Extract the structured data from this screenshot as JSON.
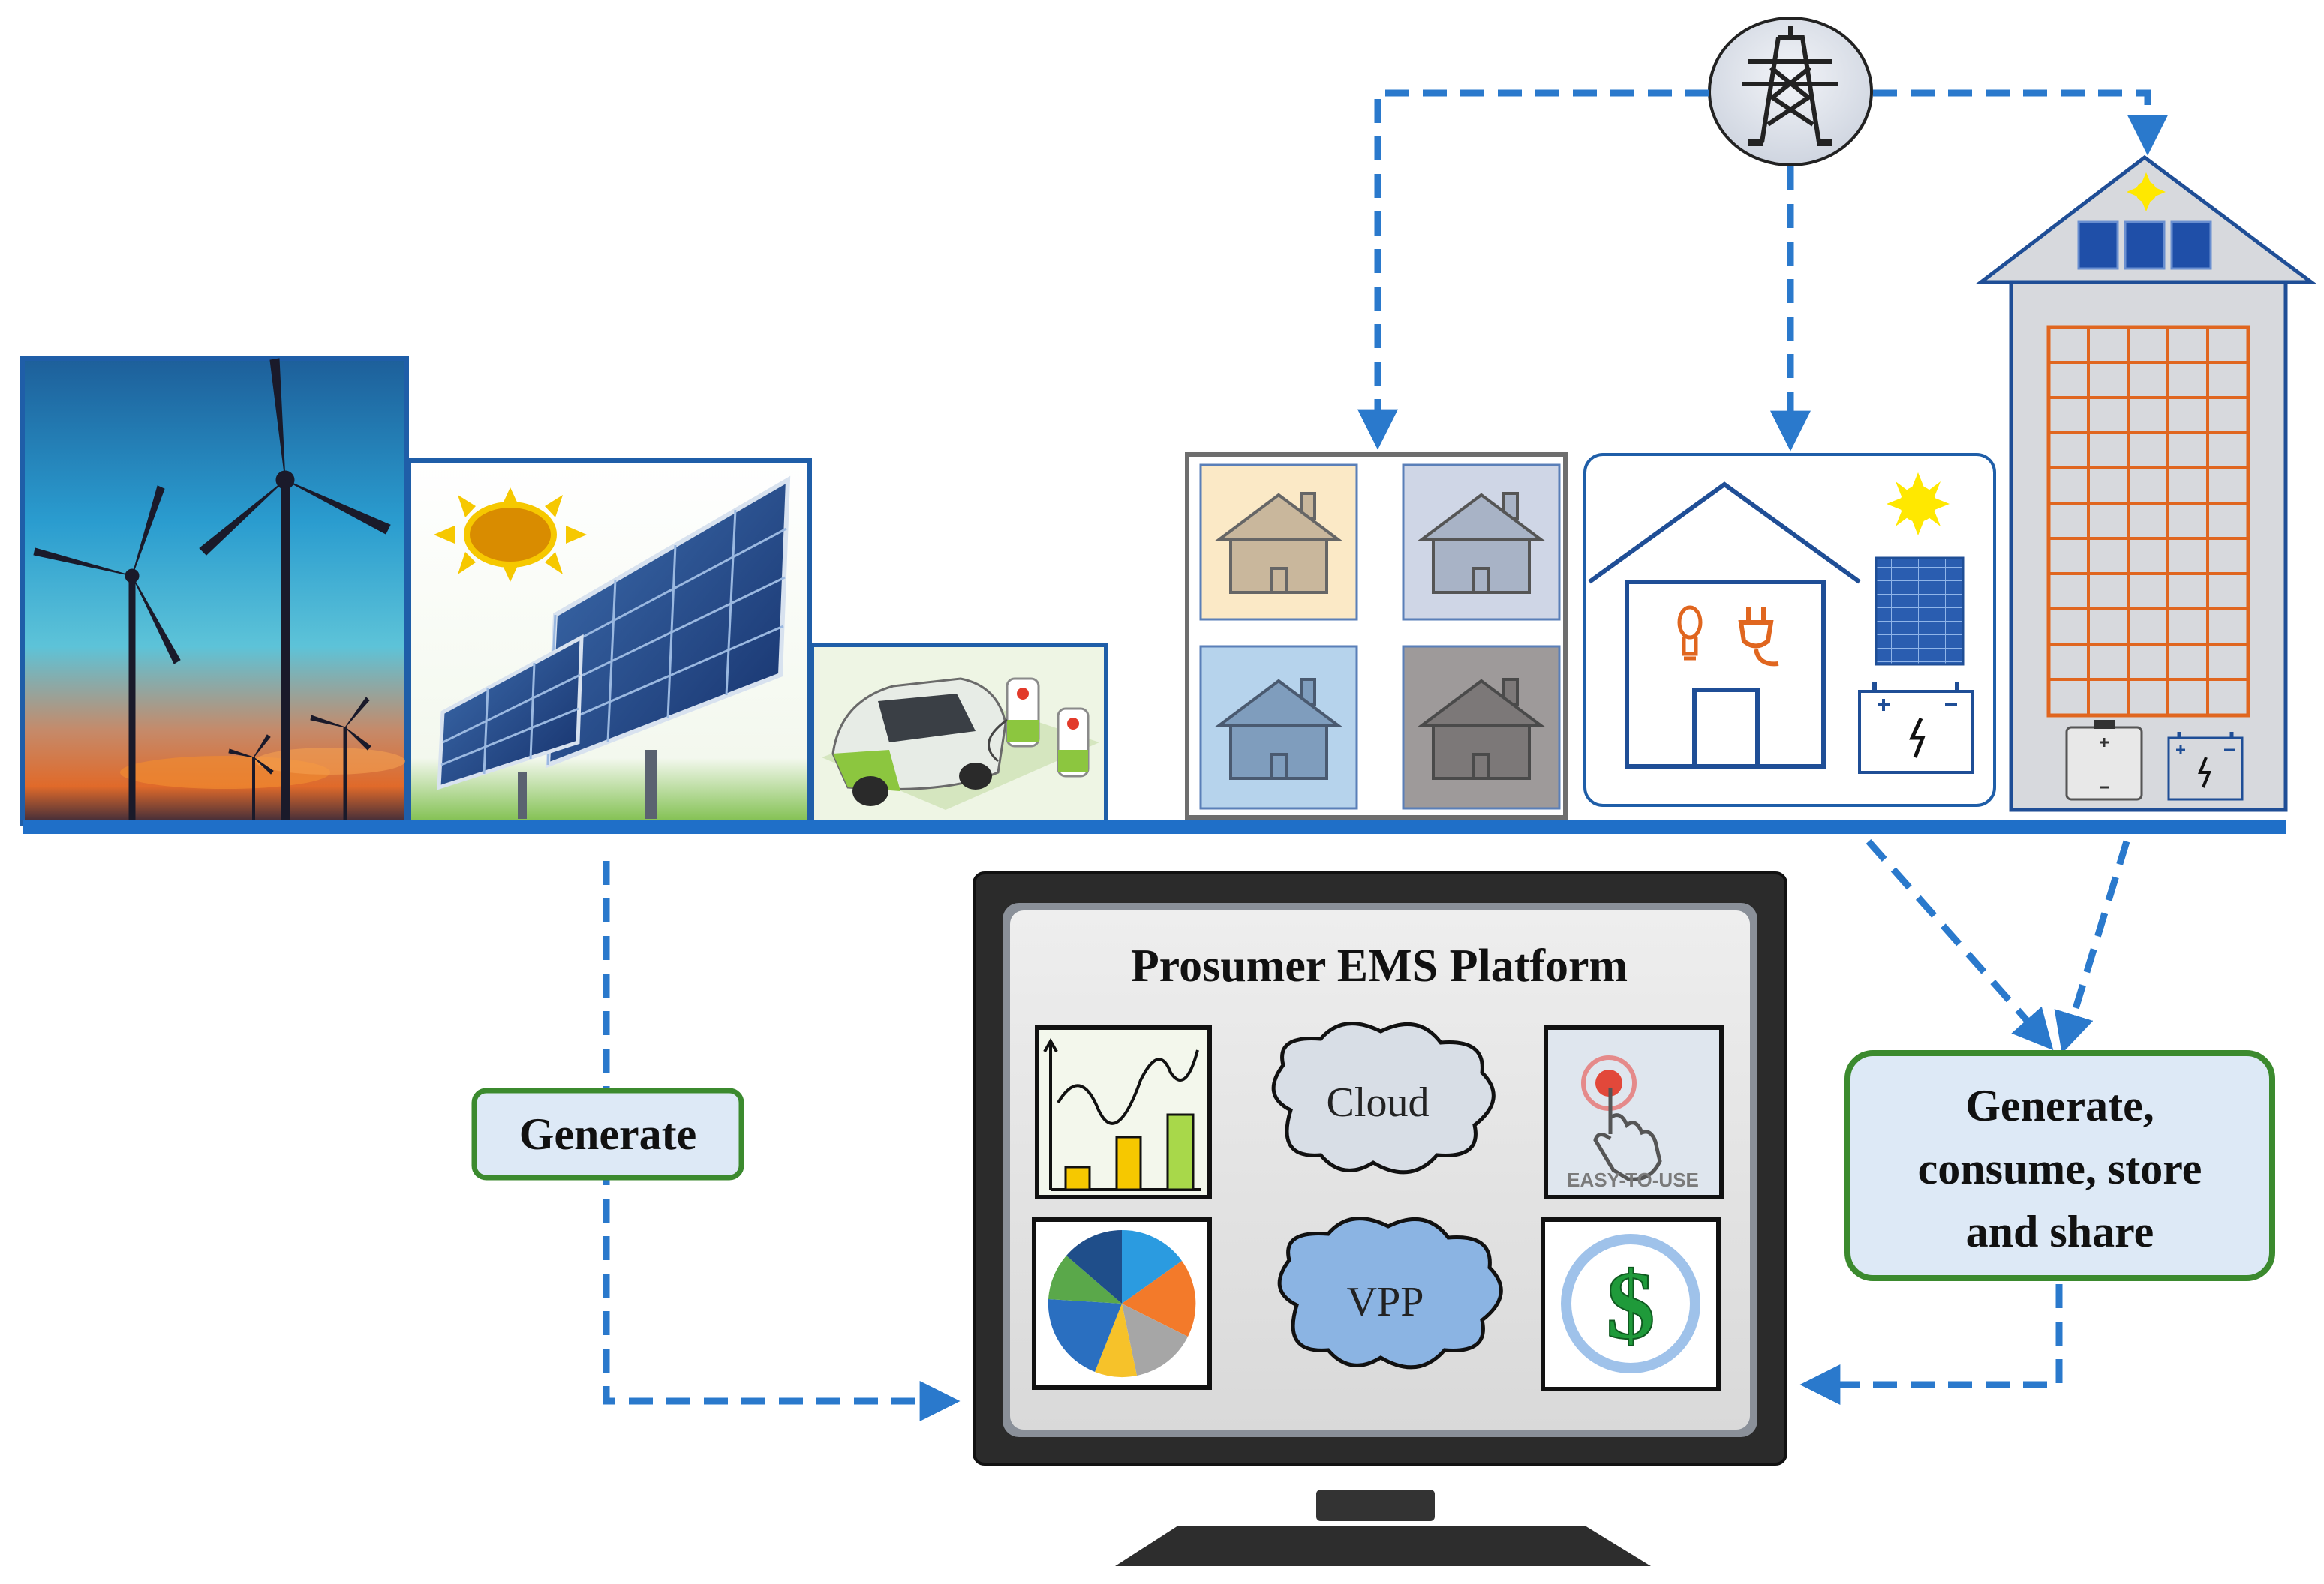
{
  "diagram": {
    "platform_title": "Prosumer EMS Platform",
    "cloud_label": "Cloud",
    "vpp_label": "VPP",
    "easy_label": "EASY-TO-USE",
    "dollar_symbol": "$",
    "generate_label": "Generate",
    "gcss_lines": [
      "Generate,",
      "consume, store",
      "and share"
    ]
  },
  "colors": {
    "bus_blue": "#1f6fc8",
    "dash_blue": "#2a79cc",
    "label_border_green": "#3b8a2e",
    "label_fill": "#dde9f6",
    "screen_gray": "#e3e3e3",
    "monitor_dark": "#2b2b2b",
    "building_orange": "#e0661f"
  },
  "icons": [
    "wind-turbine-icon",
    "solar-panel-icon",
    "ev-charger-icon",
    "house-icon",
    "transmission-tower-icon",
    "building-icon",
    "battery-icon",
    "bulb-icon",
    "plug-icon",
    "sun-icon",
    "cloud-icon",
    "pie-chart-icon",
    "bar-line-chart-icon",
    "touch-hand-icon",
    "dollar-icon"
  ]
}
